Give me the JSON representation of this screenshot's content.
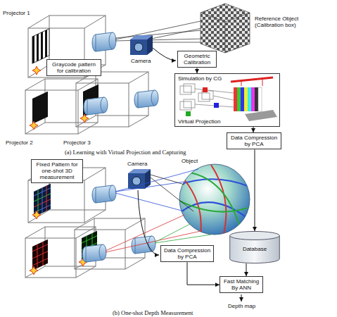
{
  "diagram": {
    "nodes": [
      {
        "text": [
          "Graycode pattern for calibration"
        ]
      },
      {
        "text": [
          "Geometric Calibration"
        ]
      },
      {
        "text": [
          "Simulation by CG",
          "Virtual Projection"
        ]
      },
      {
        "text": [
          "Data Compression by PCA"
        ]
      },
      {
        "text": [
          "Fixed Pattern for one-shot 3D measurement"
        ]
      },
      {
        "text": [
          "Database"
        ]
      },
      {
        "text": [
          "Data Compression by PCA"
        ]
      },
      {
        "text": [
          "Fast Matching By ANN"
        ]
      }
    ],
    "edges": [
      {
        "from": 1,
        "to": 2,
        "arrow": "to"
      },
      {
        "from": 2,
        "to": 3,
        "arrow": "to"
      },
      {
        "from": 3,
        "to": 5,
        "arrow": "to"
      },
      {
        "from": 5,
        "to": 7,
        "arrow": "to"
      },
      {
        "from": 6,
        "to": 7,
        "arrow": "to"
      }
    ],
    "labels": [
      "Projector 1",
      "Camera",
      "Reference Object (Calibration box)",
      "Projector 2",
      "Projector 3",
      "(a) Learning with Virtual Projection and Capturing",
      "Camera",
      "Object",
      "Depth map",
      "(b) One-shot Depth Measurement"
    ]
  }
}
